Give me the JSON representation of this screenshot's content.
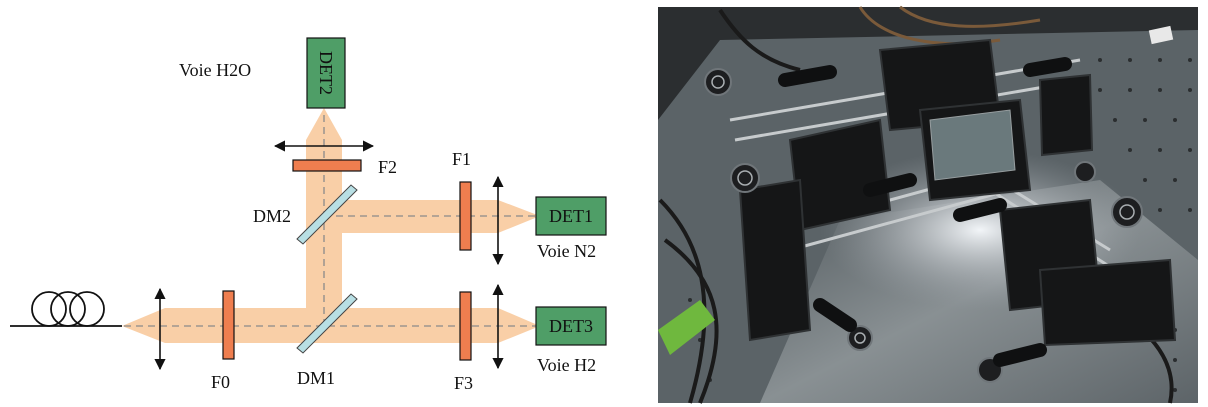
{
  "diagram": {
    "labels": {
      "voie_h2o": "Voie H2O",
      "voie_n2": "Voie N2",
      "voie_h2": "Voie H2",
      "f0": "F0",
      "f1": "F1",
      "f2": "F2",
      "f3": "F3",
      "dm1": "DM1",
      "dm2": "DM2"
    },
    "detectors": {
      "det1": "DET1",
      "det2": "DET2",
      "det3": "DET3"
    },
    "colors": {
      "beam": "#f9cfa7",
      "filter": "#ef7e4f",
      "detector": "#4f9e67",
      "mirror": "#b8dfe4",
      "dashed": "#8a8a8a",
      "line": "#111111"
    }
  },
  "photo": {
    "description_icon": "optical-bench-photo"
  }
}
